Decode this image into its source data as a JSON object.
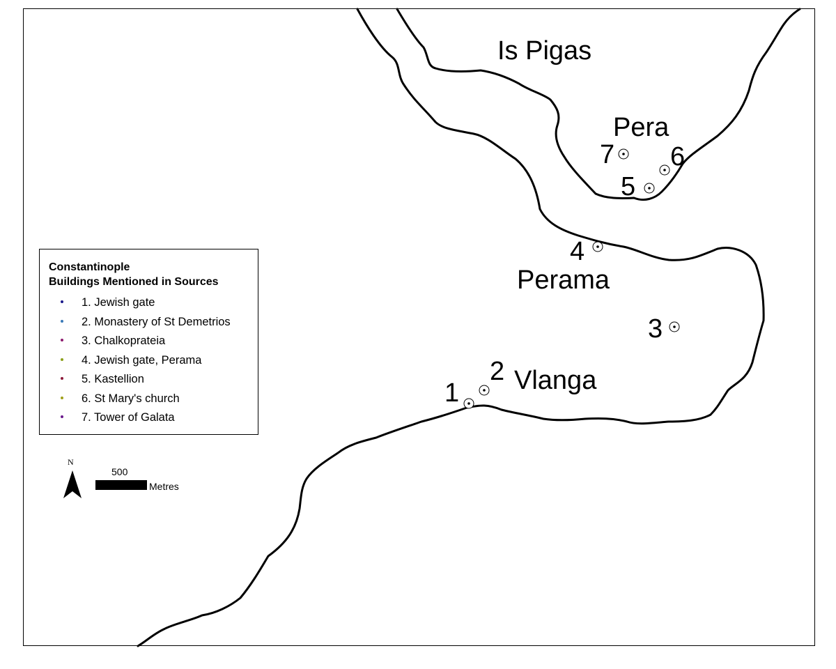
{
  "map": {
    "places": [
      {
        "id": "is-pigas",
        "label": "Is Pigas"
      },
      {
        "id": "pera",
        "label": "Pera"
      },
      {
        "id": "perama",
        "label": "Perama"
      },
      {
        "id": "vlanga",
        "label": "Vlanga"
      }
    ],
    "point_numbers": [
      "1",
      "2",
      "3",
      "4",
      "5",
      "6",
      "7"
    ]
  },
  "legend": {
    "title_line1": "Constantinople",
    "title_line2": "Buildings Mentioned in Sources",
    "items": [
      {
        "label": "1. Jewish gate",
        "color": "#1a1a8c"
      },
      {
        "label": "2. Monastery of St Demetrios",
        "color": "#3a7ab8"
      },
      {
        "label": "3. Chalkoprateia",
        "color": "#8c1a6e"
      },
      {
        "label": "4. Jewish gate, Perama",
        "color": "#8ca01a"
      },
      {
        "label": "5. Kastellion",
        "color": "#8c1a3a"
      },
      {
        "label": "6. St Mary's church",
        "color": "#a0a01a"
      },
      {
        "label": "7. Tower of Galata",
        "color": "#6a1a8c"
      }
    ]
  },
  "scale": {
    "north_label": "N",
    "value": "500",
    "unit": "Metres"
  }
}
